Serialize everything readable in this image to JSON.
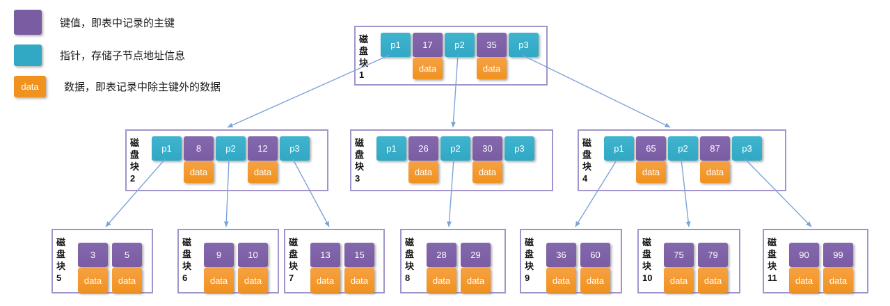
{
  "colors": {
    "key": "#7a5ca2",
    "pointer": "#31a8c4",
    "data": "#f1921e",
    "node-border": "#a294cb",
    "arrow": "#7ea3d7"
  },
  "labels": {
    "data": "data"
  },
  "legend": {
    "items": [
      {
        "name": "key",
        "swatch_text": "",
        "text": "键值，即表中记录的主键"
      },
      {
        "name": "pointer",
        "swatch_text": "",
        "text": "指针，存储子节点地址信息"
      },
      {
        "name": "data",
        "swatch_text": "data",
        "text": "数据，即表记录中除主键外的数据"
      }
    ]
  },
  "nodes": {
    "block1": {
      "label": "磁盘块",
      "number": "1",
      "cells": [
        "p1",
        "17",
        "p2",
        "35",
        "p3"
      ]
    },
    "block2": {
      "label": "磁盘块",
      "number": "2",
      "cells": [
        "p1",
        "8",
        "p2",
        "12",
        "p3"
      ]
    },
    "block3": {
      "label": "磁盘块",
      "number": "3",
      "cells": [
        "p1",
        "26",
        "p2",
        "30",
        "p3"
      ]
    },
    "block4": {
      "label": "磁盘块",
      "number": "4",
      "cells": [
        "p1",
        "65",
        "p2",
        "87",
        "p3"
      ]
    },
    "block5": {
      "label": "磁盘块",
      "number": "5",
      "keys": [
        "3",
        "5"
      ]
    },
    "block6": {
      "label": "磁盘块",
      "number": "6",
      "keys": [
        "9",
        "10"
      ]
    },
    "block7": {
      "label": "磁盘块",
      "number": "7",
      "keys": [
        "13",
        "15"
      ]
    },
    "block8": {
      "label": "磁盘块",
      "number": "8",
      "keys": [
        "28",
        "29"
      ]
    },
    "block9": {
      "label": "磁盘块",
      "number": "9",
      "keys": [
        "36",
        "60"
      ]
    },
    "block10": {
      "label": "磁盘块",
      "number": "10",
      "keys": [
        "75",
        "79"
      ]
    },
    "block11": {
      "label": "磁盘块",
      "number": "11",
      "keys": [
        "90",
        "99"
      ]
    }
  },
  "edges": [
    {
      "from": "block1.p1",
      "to": "block2"
    },
    {
      "from": "block1.p2",
      "to": "block3"
    },
    {
      "from": "block1.p3",
      "to": "block4"
    },
    {
      "from": "block2.p1",
      "to": "block5"
    },
    {
      "from": "block2.p2",
      "to": "block6"
    },
    {
      "from": "block2.p3",
      "to": "block7"
    },
    {
      "from": "block3.p2",
      "to": "block8"
    },
    {
      "from": "block4.p1",
      "to": "block9"
    },
    {
      "from": "block4.p2",
      "to": "block10"
    },
    {
      "from": "block4.p3",
      "to": "block11"
    }
  ]
}
